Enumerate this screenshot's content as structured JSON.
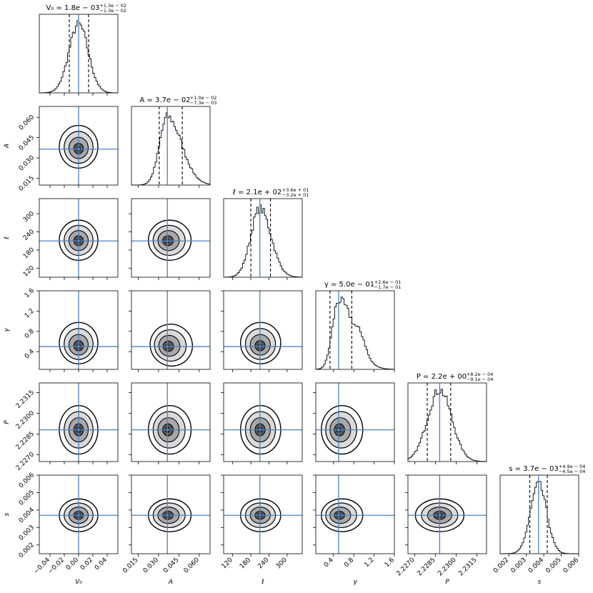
{
  "chart_data": {
    "type": "corner",
    "parameters": [
      {
        "label": "V₀",
        "title": "V₀ = 1.8e − 03",
        "err_plus": "+1.3e − 02",
        "err_minus": "−1.3e − 02",
        "range": [
          -0.055,
          0.055
        ],
        "ticks": [
          -0.04,
          -0.02,
          0.0,
          0.02,
          0.04
        ],
        "tick_labels": [
          "−0.04",
          "−0.02",
          "0.00",
          "0.02",
          "0.04"
        ],
        "best": 0.0,
        "q_low": -0.013,
        "q_high": 0.014,
        "sigma": 0.0135,
        "skew": 0.0
      },
      {
        "label": "A",
        "title": "A = 3.7e − 02",
        "err_plus": "+1.0e − 02",
        "err_minus": "−7.3e − 03",
        "range": [
          0.01,
          0.068
        ],
        "ticks": [
          0.015,
          0.03,
          0.045,
          0.06
        ],
        "tick_labels": [
          "0.015",
          "0.030",
          "0.045",
          "0.060"
        ],
        "best": 0.0365,
        "q_low": 0.0305,
        "q_high": 0.0475,
        "sigma": 0.007,
        "skew": 0.5
      },
      {
        "label": "ℓ",
        "title": "ℓ = 2.1e + 02",
        "err_plus": "+3.6e + 01",
        "err_minus": "−3.2e + 01",
        "range": [
          90,
          350
        ],
        "ticks": [
          120,
          180,
          240,
          300
        ],
        "tick_labels": [
          "120",
          "180",
          "240",
          "300"
        ],
        "best": 210,
        "q_low": 180,
        "q_high": 245,
        "sigma": 32,
        "skew": 0.15
      },
      {
        "label": "γ",
        "title": "γ = 5.0e − 01",
        "err_plus": "+2.6e − 01",
        "err_minus": "−1.7e − 01",
        "range": [
          0.05,
          1.6
        ],
        "ticks": [
          0.4,
          0.8,
          1.2,
          1.6
        ],
        "tick_labels": [
          "0.4",
          "0.8",
          "1.2",
          "1.6"
        ],
        "best": 0.5,
        "q_low": 0.33,
        "q_high": 0.76,
        "sigma": 0.17,
        "skew": 0.8
      },
      {
        "label": "P",
        "title": "P = 2.2e + 00",
        "err_plus": "+8.2e − 04",
        "err_minus": "−9.1e − 04",
        "range": [
          2.2265,
          2.2322
        ],
        "ticks": [
          2.227,
          2.2285,
          2.23,
          2.2315
        ],
        "tick_labels": [
          "2.2270",
          "2.2285",
          "2.2300",
          "2.2315"
        ],
        "best": 2.2288,
        "q_low": 2.2279,
        "q_high": 2.2296,
        "sigma": 0.00088,
        "skew": 0.0
      },
      {
        "label": "s",
        "title": "s = 3.7e − 03",
        "err_plus": "+4.9e − 04",
        "err_minus": "−4.5e − 04",
        "range": [
          0.0015,
          0.006
        ],
        "ticks": [
          0.002,
          0.003,
          0.004,
          0.005,
          0.006
        ],
        "tick_labels": [
          "0.002",
          "0.003",
          "0.004",
          "0.005",
          "0.006"
        ],
        "best": 0.0037,
        "q_low": 0.0032,
        "q_high": 0.0042,
        "sigma": 0.00047,
        "skew": 0.0
      }
    ],
    "truth_line_color": "#4a83c4",
    "quantile_line_style": "dashed",
    "contour_levels": 3,
    "grid": false
  }
}
